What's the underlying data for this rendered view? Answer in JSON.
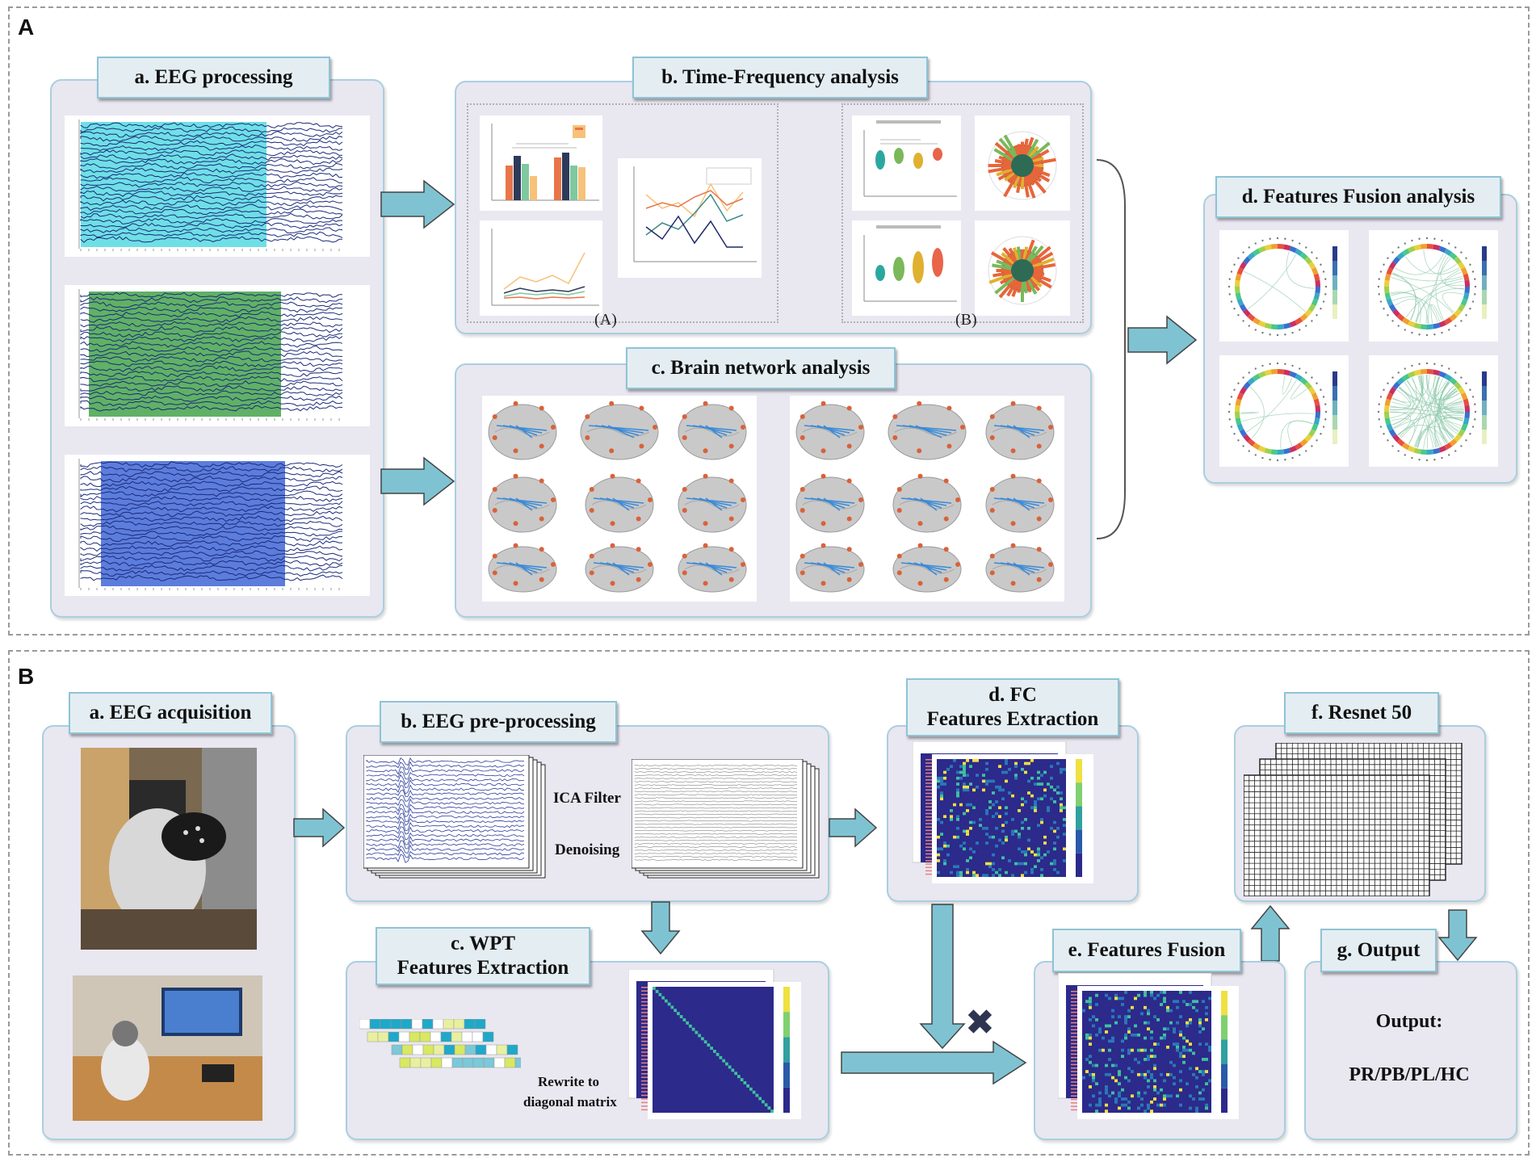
{
  "section_a": {
    "letter": "A",
    "eeg_processing": "a. EEG processing",
    "time_frequency": "b. Time-Frequency analysis",
    "brain_network": "c. Brain network analysis",
    "features_fusion": "d. Features Fusion  analysis",
    "sub_a": "(A)",
    "sub_b": "(B)"
  },
  "section_b": {
    "letter": "B",
    "acquisition": "a. EEG acquisition",
    "preprocessing": "b. EEG pre-processing",
    "wpt_line1": "c. WPT",
    "wpt_line2": "Features Extraction",
    "fc_line1": "d. FC",
    "fc_line2": "Features Extraction",
    "fusion": "e. Features Fusion",
    "resnet": "f. Resnet 50",
    "output": "g. Output",
    "ica_filter": "ICA Filter",
    "denoising": "Denoising",
    "rewrite_line1": "Rewrite to",
    "rewrite_line2": "diagonal matrix",
    "output_label": "Output:",
    "output_classes": "PR/PB/PL/HC",
    "multiply_symbol": "✖"
  },
  "colors": {
    "panel_bg": "#e9e7f0",
    "panel_border": "#a9cfe0",
    "arrow_fill": "#7fc3d3",
    "eeg_cyan": "#5fdbe3",
    "eeg_green": "#4fa855",
    "eeg_blue": "#4a6fd8",
    "heatmap_dark": "#2c2a8a"
  }
}
